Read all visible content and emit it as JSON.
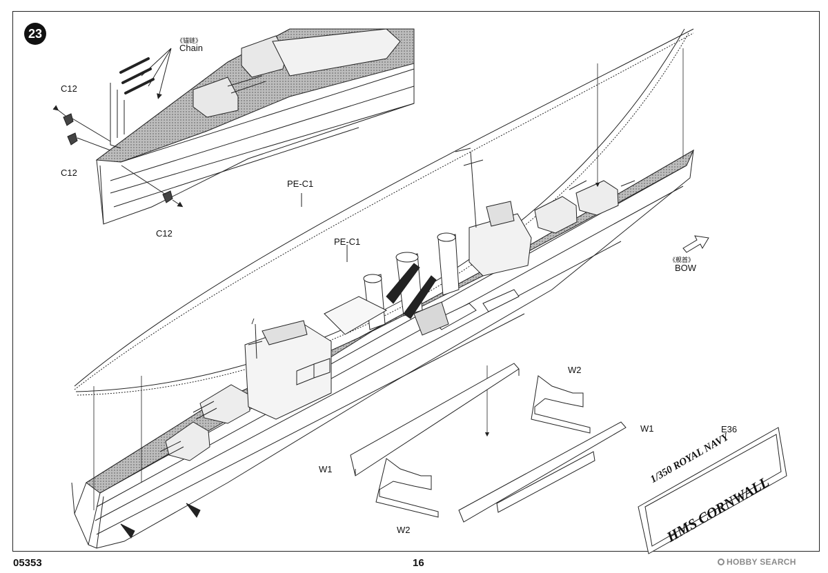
{
  "step": {
    "number": "23"
  },
  "labels": {
    "chain_cn": "《锚链》",
    "chain_en": "Chain",
    "c12_a": "C12",
    "c12_b": "C12",
    "c12_c": "C12",
    "pec1_a": "PE-C1",
    "pec1_b": "PE-C1",
    "bow_cn": "《舰首》",
    "bow_en": "BOW",
    "w2_a": "W2",
    "w1_a": "W1",
    "w1_b": "W1",
    "w2_b": "W2",
    "e36": "E36"
  },
  "plate": {
    "line1": "1/350 ROYAL NAVY",
    "line2": "HMS CORNWALL"
  },
  "footer": {
    "code": "05353",
    "page": "16"
  },
  "watermark": {
    "text": "HOBBY SEARCH"
  },
  "colors": {
    "line": "#222222",
    "deck": "#9a9a9a",
    "watermark": "#8a8a8a"
  }
}
